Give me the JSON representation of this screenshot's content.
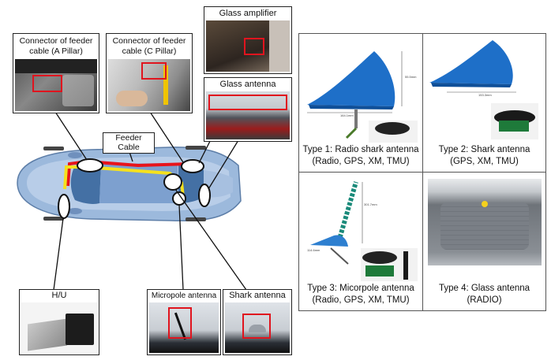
{
  "callouts": {
    "a_pillar": [
      "Connector of feeder",
      "cable (A Pillar)"
    ],
    "c_pillar": [
      "Connector of feeder",
      "cable (C Pillar)"
    ],
    "glass_amplifier": "Glass amplifier",
    "glass_antenna": "Glass antenna",
    "feeder_cable": [
      "Feeder",
      "Cable"
    ],
    "hu": "H/U",
    "micropole_antenna": "Micropole antenna",
    "shark_antenna": "Shark antenna"
  },
  "types": [
    {
      "caption": [
        "Type 1: Radio shark antenna",
        "(Radio, GPS, XM, TMU)"
      ],
      "dims": [
        "55.5mm",
        "164.1mm"
      ]
    },
    {
      "caption": [
        "Type 2: Shark antenna",
        "(GPS, XM, TMU)"
      ],
      "dims": [
        "153.3mm"
      ]
    },
    {
      "caption": [
        "Type 3: Micorpole antenna",
        "(Radio, GPS, XM, TMU)"
      ],
      "dims": [
        "301.7mm",
        "114.6mm"
      ]
    },
    {
      "caption": [
        "Type 4: Glass antenna",
        "(RADIO)"
      ],
      "dims": []
    }
  ],
  "colors": {
    "highlight": "#e0141e",
    "cable_red": "#e8141b",
    "cable_yellow": "#f5e11d",
    "car_blue": "#8fb0d8",
    "antenna_blue": "#1e6fc8"
  }
}
